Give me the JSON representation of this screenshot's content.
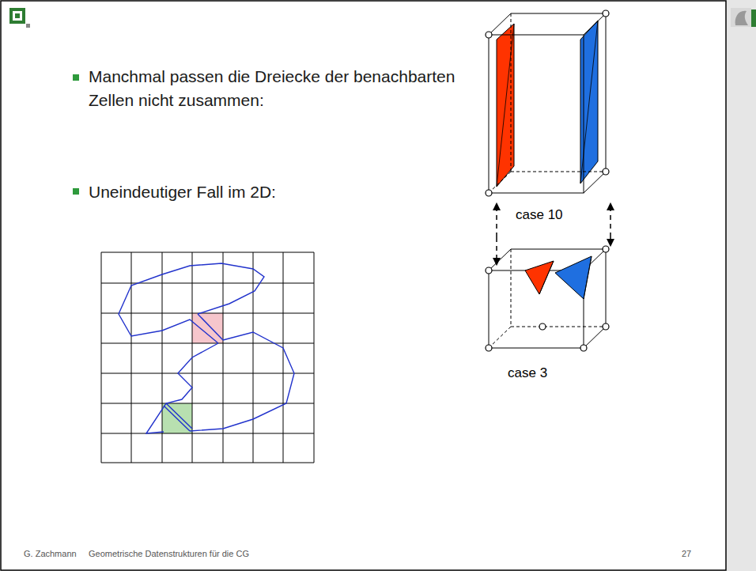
{
  "diagram": {
    "labels": [
      "Manchmal passen die Dreiecke der benachbarten Zellen nicht zusammen:",
      "Uneindeutiger Fall im 2D:",
      "case 10",
      "case 3",
      "G. Zachmann",
      "Geometrische Datenstrukturen für die CG",
      "27"
    ]
  }
}
